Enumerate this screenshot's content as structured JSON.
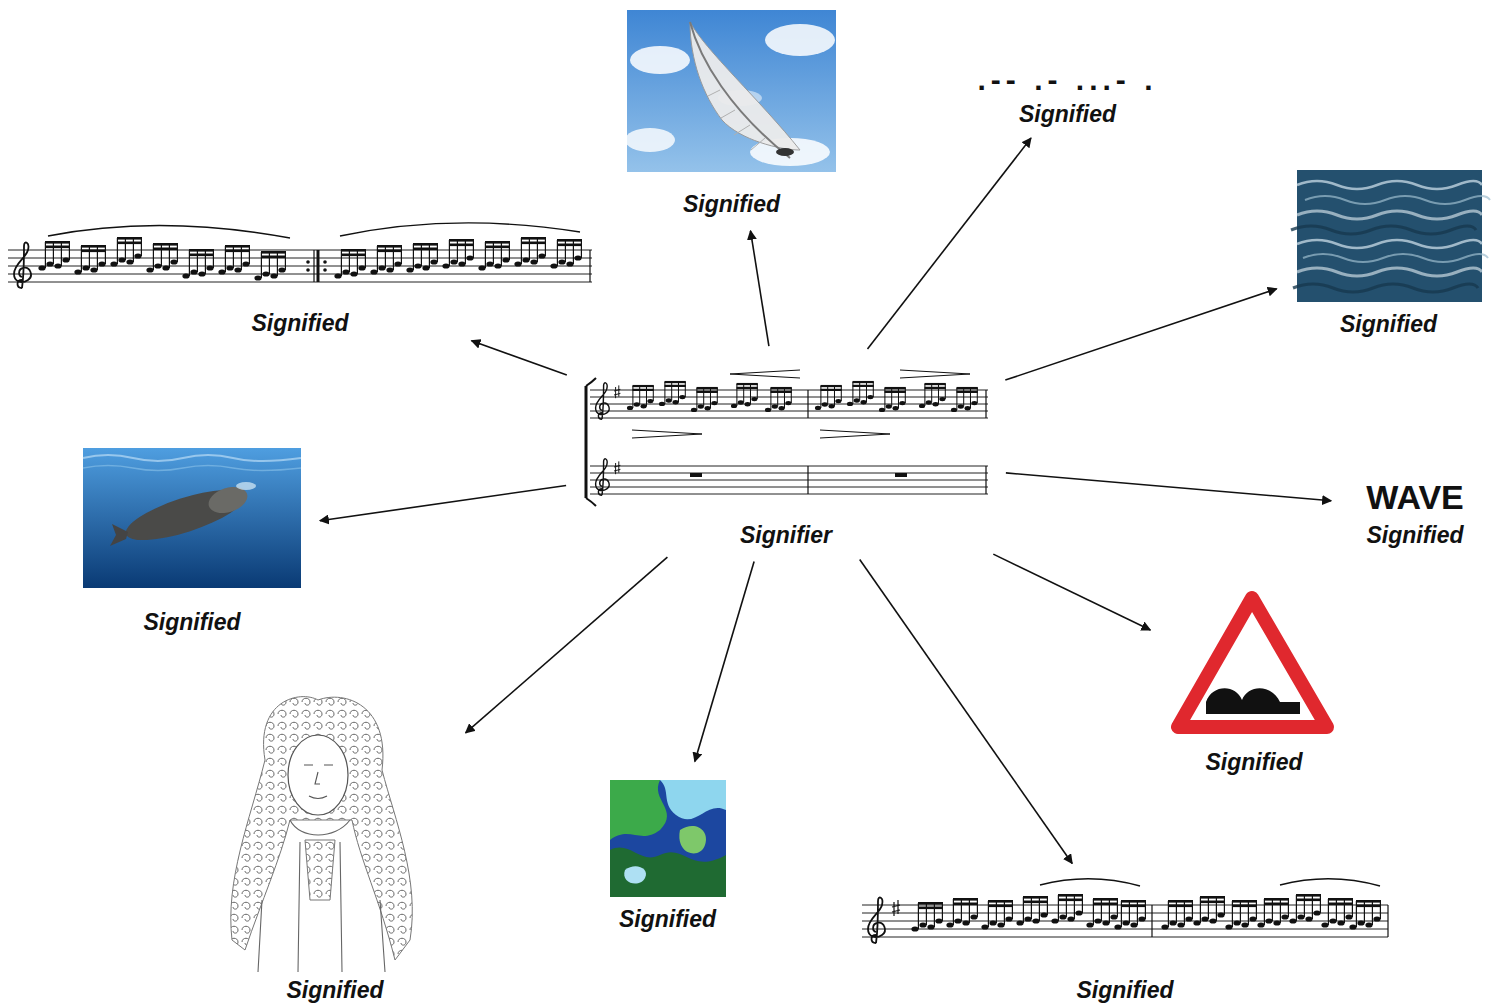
{
  "diagram": {
    "nodes": [
      {
        "text": [
          "Signified"
        ]
      },
      {
        "text": [
          ".-- .- ...- .",
          "Signified"
        ]
      },
      {
        "text": [
          "Signified"
        ]
      },
      {
        "text": [
          "Signified"
        ]
      },
      {
        "text": [
          "Signifier"
        ]
      },
      {
        "text": [
          "Signified"
        ]
      },
      {
        "text": [
          "WAVE",
          "Signified"
        ]
      },
      {
        "text": [
          "Signified"
        ]
      },
      {
        "text": [
          "Signified"
        ]
      },
      {
        "text": [
          "Signified"
        ]
      },
      {
        "text": [
          "Signified"
        ]
      }
    ],
    "edges": [
      {
        "from": 4,
        "to": 0,
        "arrow": "to"
      },
      {
        "from": 4,
        "to": 1,
        "arrow": "to"
      },
      {
        "from": 4,
        "to": 2,
        "arrow": "to"
      },
      {
        "from": 4,
        "to": 3,
        "arrow": "to"
      },
      {
        "from": 4,
        "to": 5,
        "arrow": "to"
      },
      {
        "from": 4,
        "to": 6,
        "arrow": "to"
      },
      {
        "from": 4,
        "to": 7,
        "arrow": "to"
      },
      {
        "from": 4,
        "to": 8,
        "arrow": "to"
      },
      {
        "from": 4,
        "to": 9,
        "arrow": "to"
      },
      {
        "from": 4,
        "to": 10,
        "arrow": "to"
      }
    ]
  }
}
